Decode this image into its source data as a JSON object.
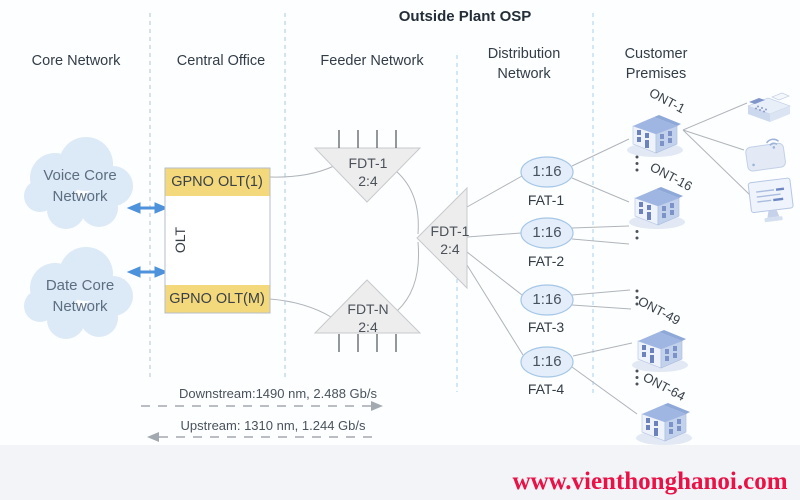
{
  "title": "Outside Plant OSP",
  "columns": {
    "core": "Core Network",
    "central": "Central Office",
    "feeder": "Feeder Network",
    "distribution_l1": "Distribution",
    "distribution_l2": "Network",
    "customer_l1": "Customer",
    "customer_l2": "Premises"
  },
  "clouds": {
    "voice_l1": "Voice Core",
    "voice_l2": "Network",
    "data_l1": "Date Core",
    "data_l2": "Network"
  },
  "olt": {
    "top_card": "GPNO OLT(1)",
    "chassis": "OLT",
    "bottom_card": "GPNO OLT(M)"
  },
  "splitters": {
    "fdt_top_name": "FDT-1",
    "fdt_top_ratio": "2:4",
    "fdt_mid_name": "FDT-1",
    "fdt_mid_ratio": "2:4",
    "fdt_bottom_name": "FDT-N",
    "fdt_bottom_ratio": "2:4"
  },
  "fats": [
    {
      "ratio": "1:16",
      "label": "FAT-1"
    },
    {
      "ratio": "1:16",
      "label": "FAT-2"
    },
    {
      "ratio": "1:16",
      "label": "FAT-3"
    },
    {
      "ratio": "1:16",
      "label": "FAT-4"
    }
  ],
  "onts": [
    "ONT-1",
    "ONT-16",
    "ONT-49",
    "ONT-64"
  ],
  "streams": {
    "downstream": "Downstream:1490 nm, 2.488 Gb/s",
    "upstream": "Upstream: 1310 nm, 1.244 Gb/s"
  },
  "watermark": "www.vienthonghanoi.com",
  "icons": [
    "cloud-icon",
    "building-icon",
    "fax-phone-icon",
    "wifi-router-icon",
    "computer-icon",
    "splitter-triangle-icon",
    "ellipsis-icon"
  ],
  "colors": {
    "olt_band_yellow": "#f4d97c",
    "cloud_blue": "#dce9f7",
    "fat_fill": "#e4eefa",
    "fat_stroke": "#a5c6e6",
    "link_arrow_blue": "#4d92da",
    "splitter_gray": "#ededee",
    "connector_gray": "#b0b5bb",
    "watermark_red": "#ea1147",
    "footer_band": "#f2f4f7"
  }
}
